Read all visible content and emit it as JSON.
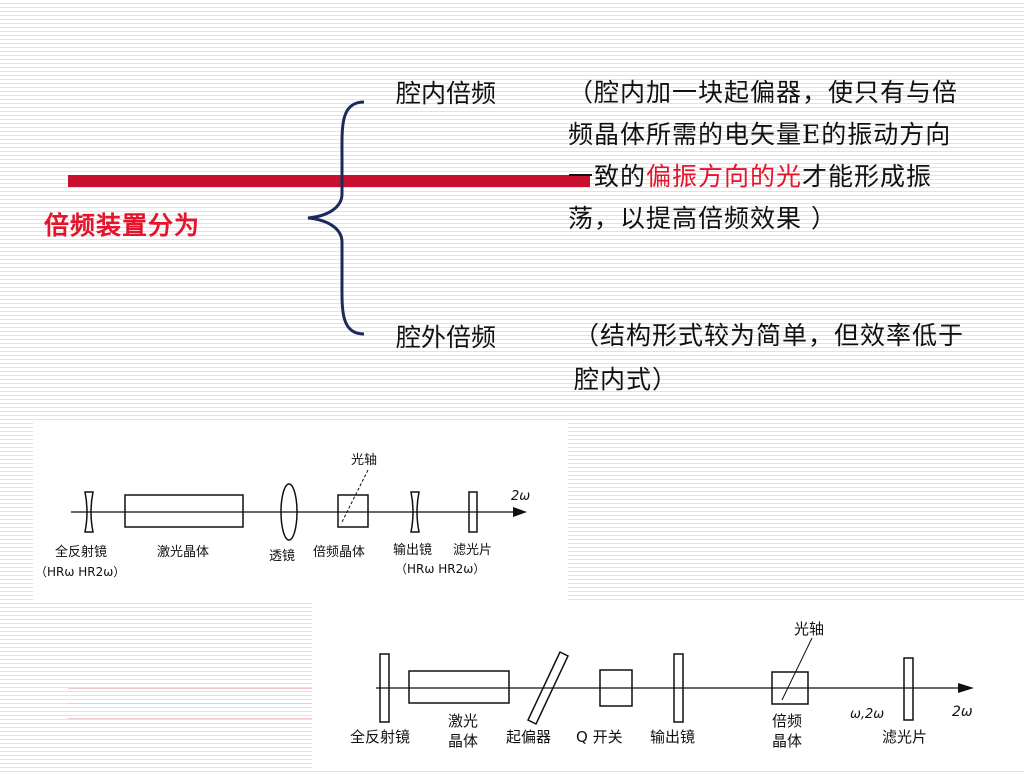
{
  "left_label": "倍频装置分为",
  "items": [
    {
      "heading": "腔内倍频",
      "desc_pre": "（腔内加一块起偏器，使只有与倍频晶体所需的电矢量E的振动方向一致的",
      "desc_red": "偏振方向的光",
      "desc_post": "才能形成振荡，以提高倍频效果 ）"
    },
    {
      "heading": "腔外倍频",
      "desc": "（结构形式较为简单，但效率低于腔内式）"
    }
  ],
  "diagram1": {
    "labels": {
      "mirror": "全反射镜",
      "mirror_coating": "（HRω HR2ω）",
      "laser": "激光晶体",
      "lens": "透镜",
      "crystal": "倍频晶体",
      "output": "输出镜",
      "output_coating": "（HRω HR2ω）",
      "filter": "滤光片",
      "axis": "光轴",
      "beam": "2ω"
    }
  },
  "diagram2": {
    "labels": {
      "mirror": "全反射镜",
      "laser_line1": "激光",
      "laser_line2": "晶体",
      "polarizer": "起偏器",
      "qswitch": "Q 开关",
      "output": "输出镜",
      "crystal_line1": "倍频",
      "crystal_line2": "晶体",
      "filter": "滤光片",
      "axis": "光轴",
      "beam_mid": "ω,2ω",
      "beam_end": "2ω"
    }
  }
}
